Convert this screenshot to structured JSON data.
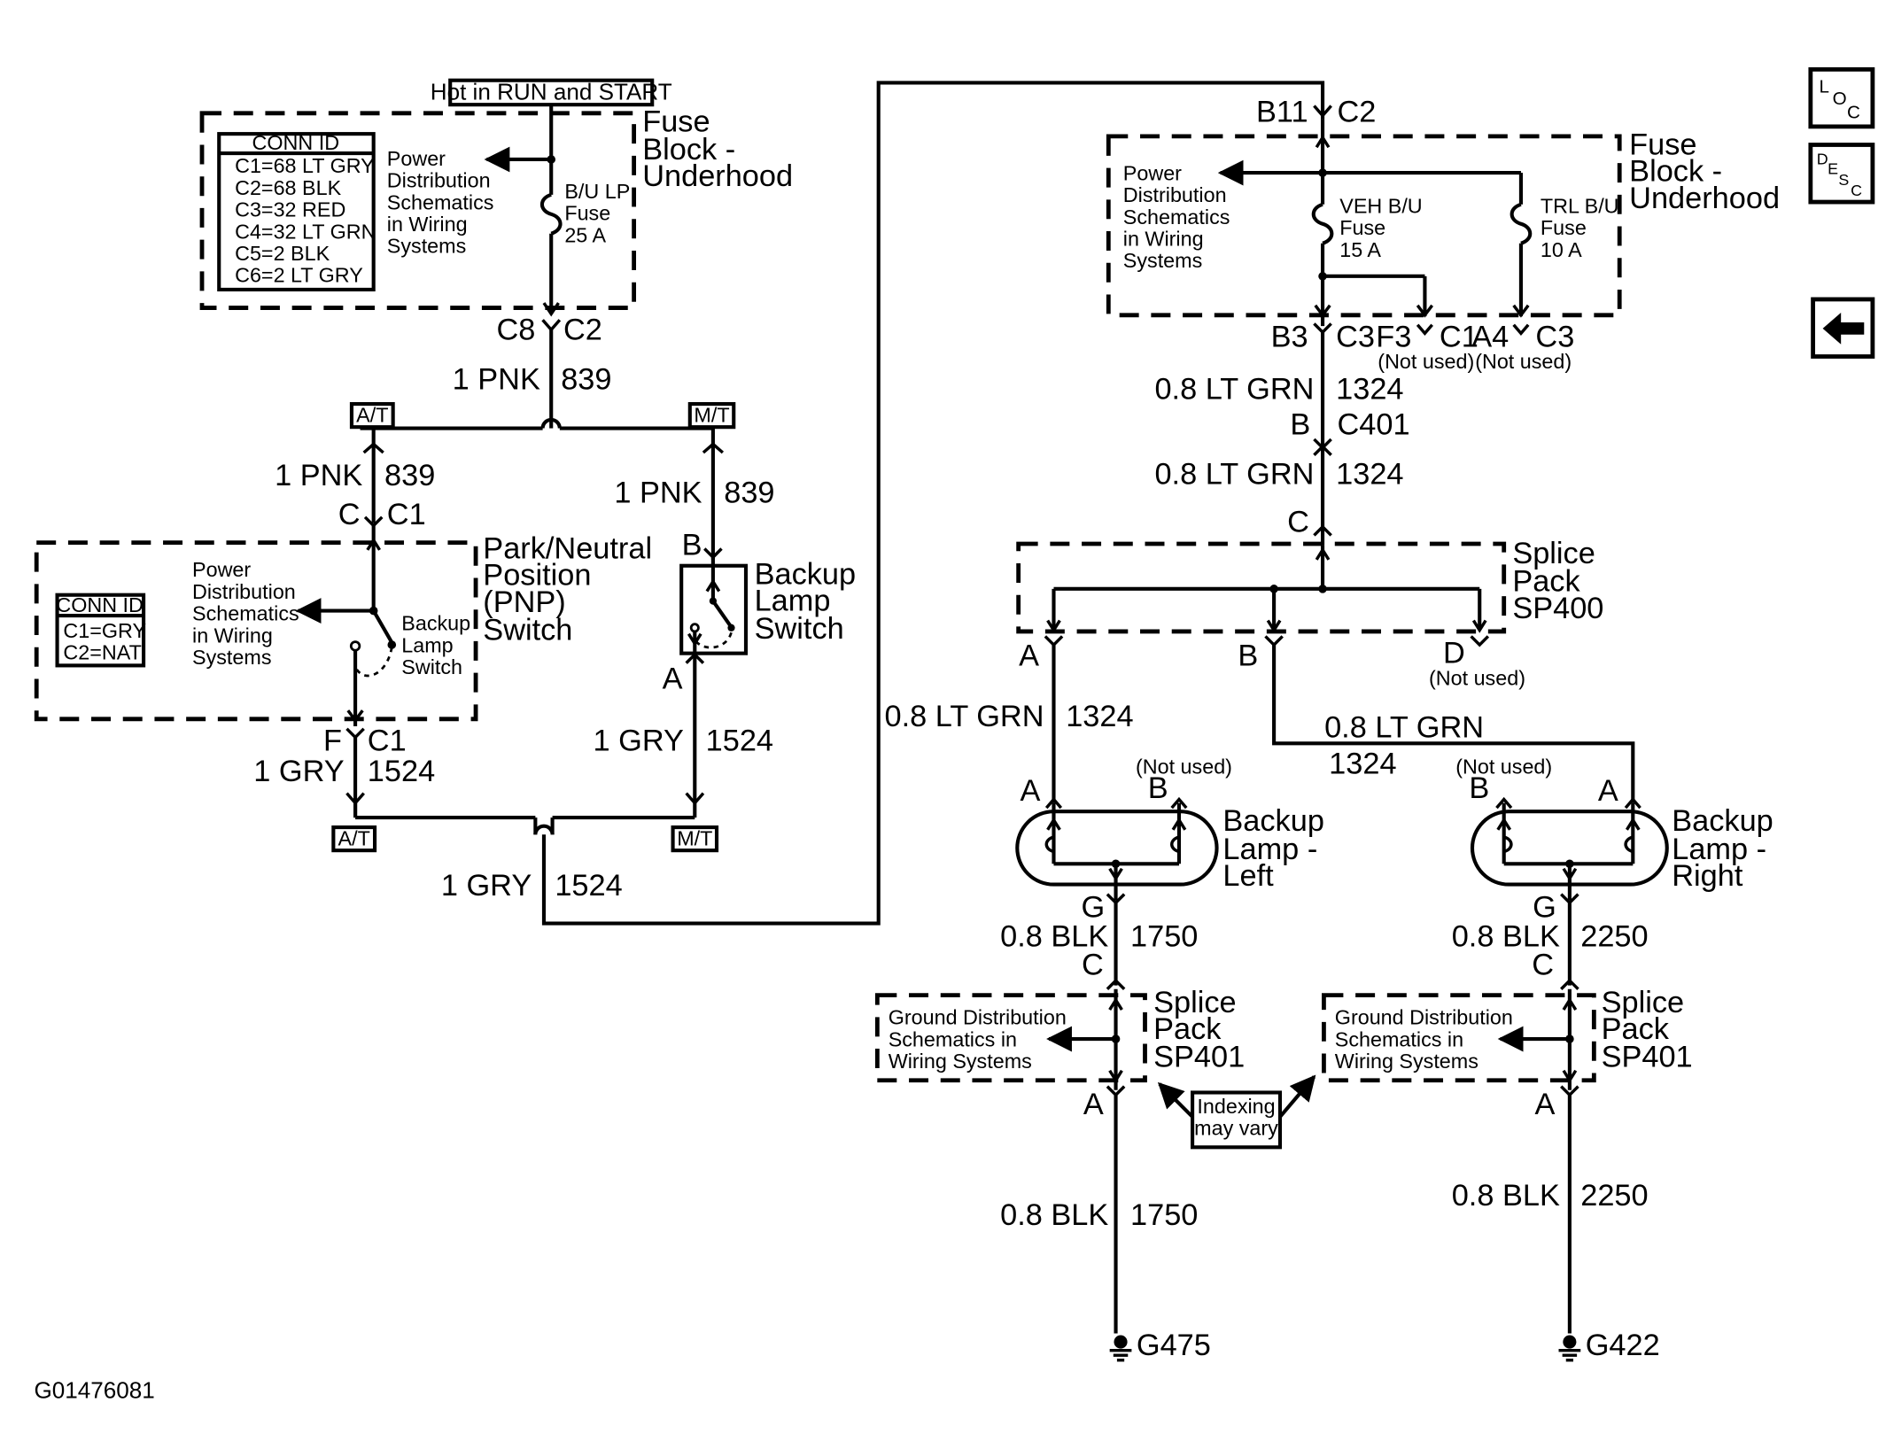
{
  "diagram_id": "G01476081",
  "hot_label": "Hot in RUN and START",
  "nav": {
    "loc_l": "L",
    "loc_o": "O",
    "loc_c": "C",
    "desc_d": "D",
    "desc_e": "E",
    "desc_s": "S",
    "desc_c": "C"
  },
  "fuse_block_left": {
    "title": [
      "Fuse",
      "Block -",
      "Underhood"
    ],
    "conn_title": "CONN ID",
    "conn_rows": [
      "C1=68 LT GRY",
      "C2=68 BLK",
      "C3=32 RED",
      "C4=32 LT GRN",
      "C5=2 BLK",
      "C6=2 LT GRY"
    ],
    "power_ref": [
      "Power",
      "Distribution",
      "Schematics",
      "in Wiring",
      "Systems"
    ],
    "fuse": [
      "B/U LP",
      "Fuse",
      "25 A"
    ],
    "out_pin": "C8",
    "out_conn": "C2"
  },
  "wire_839_top": {
    "gauge": "1 PNK",
    "circuit": "839"
  },
  "at_label": "A/T",
  "mt_label": "M/T",
  "wire_839_at": {
    "gauge": "1 PNK",
    "circuit": "839"
  },
  "wire_839_mt": {
    "gauge": "1 PNK",
    "circuit": "839"
  },
  "pnp": {
    "title": [
      "Park/Neutral",
      "Position",
      "(PNP)",
      "Switch"
    ],
    "in_pin": "C",
    "in_conn": "C1",
    "conn_title": "CONN ID",
    "conn_rows": [
      "C1=GRY",
      "C2=NAT"
    ],
    "power_ref": [
      "Power",
      "Distribution",
      "Schematics",
      "in Wiring",
      "Systems"
    ],
    "switch_label": [
      "Backup",
      "Lamp",
      "Switch"
    ],
    "out_pin": "F",
    "out_conn": "C1"
  },
  "mt_switch": {
    "title": [
      "Backup",
      "Lamp",
      "Switch"
    ],
    "pin_b": "B",
    "pin_a": "A"
  },
  "wire_1524_pnp": {
    "gauge": "1 GRY",
    "circuit": "1524"
  },
  "wire_1524_mt": {
    "gauge": "1 GRY",
    "circuit": "1524"
  },
  "wire_1524_out": {
    "gauge": "1 GRY",
    "circuit": "1524"
  },
  "fuse_block_right": {
    "title": [
      "Fuse",
      "Block -",
      "Underhood"
    ],
    "in_pin": "B11",
    "in_conn": "C2",
    "power_ref": [
      "Power",
      "Distribution",
      "Schematics",
      "in Wiring",
      "Systems"
    ],
    "fuse1": [
      "VEH B/U",
      "Fuse",
      "15 A"
    ],
    "fuse2": [
      "TRL B/U",
      "Fuse",
      "10 A"
    ],
    "out1_pin": "B3",
    "out1_conn": "C3",
    "out2_pin": "F3",
    "out2_conn": "C1",
    "out3_pin": "A4",
    "out3_conn": "C3",
    "not_used": "(Not used)"
  },
  "wire_1324_a": {
    "gauge": "0.8 LT GRN",
    "circuit": "1324"
  },
  "c401": {
    "pin": "B",
    "conn": "C401"
  },
  "wire_1324_b": {
    "gauge": "0.8 LT GRN",
    "circuit": "1324"
  },
  "sp400": {
    "title": [
      "Splice",
      "Pack",
      "SP400"
    ],
    "pin_c": "C",
    "pin_a": "A",
    "pin_b": "B",
    "pin_d": "D",
    "not_used": "(Not used)"
  },
  "wire_1324_left": {
    "gauge": "0.8 LT GRN",
    "circuit": "1324"
  },
  "wire_1324_right": {
    "gauge": "0.8 LT GRN",
    "circuit": "1324"
  },
  "lamp_left": {
    "title": [
      "Backup",
      "Lamp -",
      "Left"
    ],
    "pin_a": "A",
    "pin_b": "B",
    "pin_g": "G",
    "not_used": "(Not used)"
  },
  "lamp_right": {
    "title": [
      "Backup",
      "Lamp -",
      "Right"
    ],
    "pin_a": "A",
    "pin_b": "B",
    "pin_g": "G",
    "not_used": "(Not used)"
  },
  "wire_1750_top": {
    "gauge": "0.8 BLK",
    "circuit": "1750"
  },
  "wire_2250_top": {
    "gauge": "0.8 BLK",
    "circuit": "2250"
  },
  "sp401_left": {
    "title": [
      "Splice",
      "Pack",
      "SP401"
    ],
    "pin_c": "C",
    "pin_a": "A",
    "ground_ref": [
      "Ground Distribution",
      "Schematics in",
      "Wiring Systems"
    ]
  },
  "sp401_right": {
    "title": [
      "Splice",
      "Pack",
      "SP401"
    ],
    "pin_c": "C",
    "pin_a": "A",
    "ground_ref": [
      "Ground Distribution",
      "Schematics in",
      "Wiring Systems"
    ]
  },
  "indexing": [
    "Indexing",
    "may vary"
  ],
  "wire_1750_bot": {
    "gauge": "0.8 BLK",
    "circuit": "1750"
  },
  "wire_2250_bot": {
    "gauge": "0.8 BLK",
    "circuit": "2250"
  },
  "ground_left": "G475",
  "ground_right": "G422"
}
